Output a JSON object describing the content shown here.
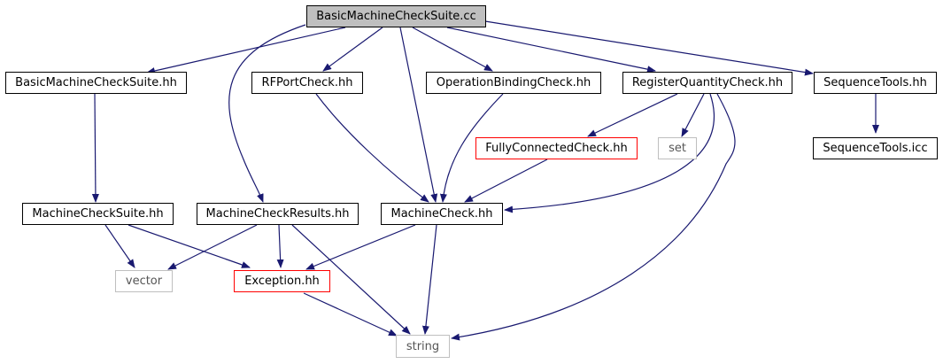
{
  "graph": {
    "nodes": {
      "basic_cc": "BasicMachineCheckSuite.cc",
      "basic_hh": "BasicMachineCheckSuite.hh",
      "rfport": "RFPortCheck.hh",
      "opbinding": "OperationBindingCheck.hh",
      "regquant": "RegisterQuantityCheck.hh",
      "seqtools": "SequenceTools.hh",
      "fullyconn": "FullyConnectedCheck.hh",
      "set": "set",
      "seqtools_icc": "SequenceTools.icc",
      "mcsuite": "MachineCheckSuite.hh",
      "mcresults": "MachineCheckResults.hh",
      "mcheck": "MachineCheck.hh",
      "vector": "vector",
      "exception": "Exception.hh",
      "string": "string"
    },
    "colors": {
      "edge": "#191970",
      "root_fill": "#bfbfbf",
      "missing_border": "#ff0000",
      "system_border": "#bfbfbf"
    }
  }
}
